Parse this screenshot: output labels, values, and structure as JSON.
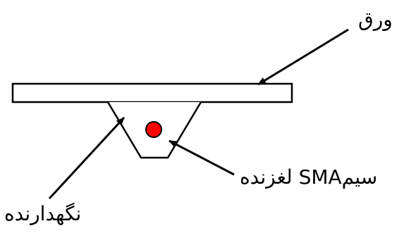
{
  "labels": {
    "sheet": "ورق",
    "wire": "سیمSMA لغزنده",
    "holder": "نگهدارنده"
  },
  "colors": {
    "line": "#000000",
    "wire_fill": "#ff0000",
    "background": "#ffffff"
  }
}
